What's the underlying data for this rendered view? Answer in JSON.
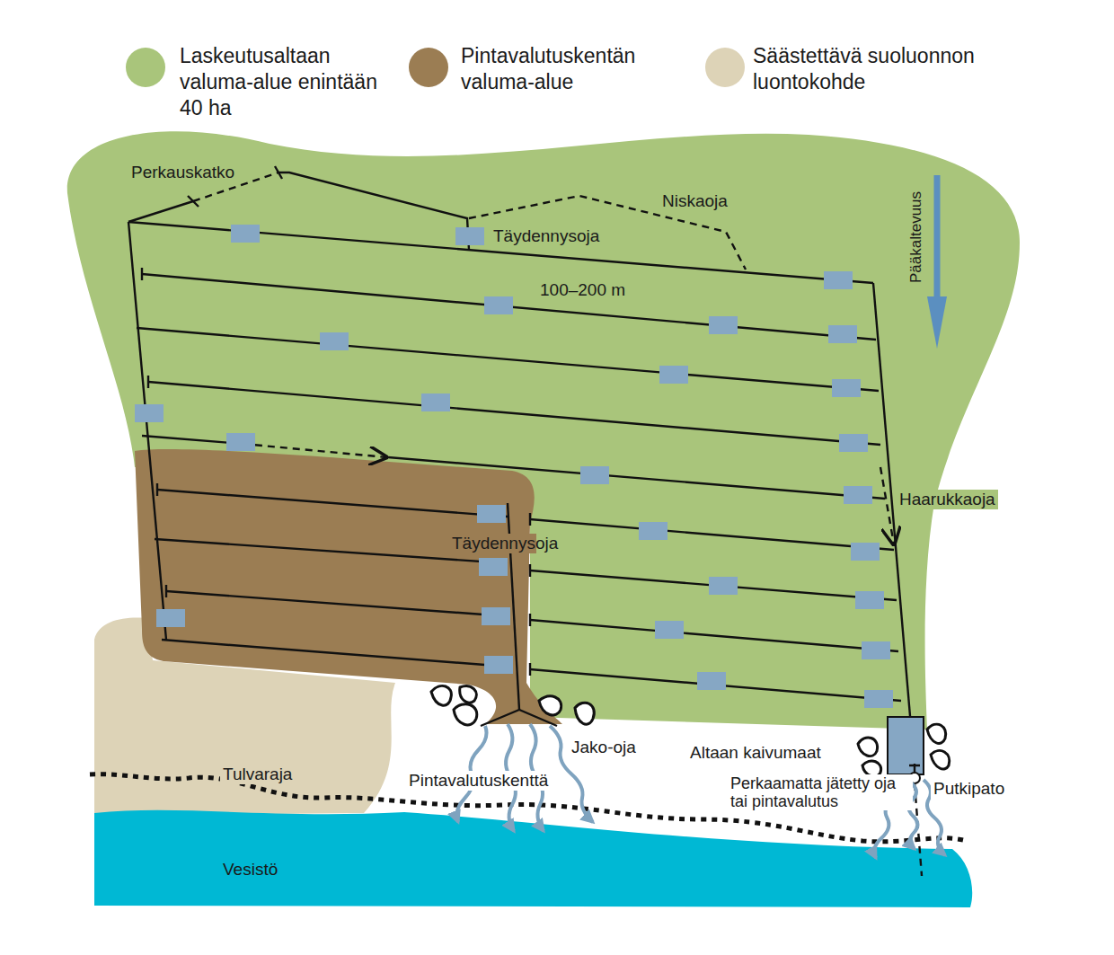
{
  "diagram": {
    "labels": [
      "Perkauskatko",
      "Niskaoja",
      "Täydennysoja",
      "100–200 m",
      "Pääkaltevuus",
      "Haarukkaoja",
      "Täydennysoja",
      "Jako-oja",
      "Altaan kaivumaat",
      "Tulvaraja",
      "Pintavalutuskenttä",
      "Perkaamatta jätetty oja tai pintavalutus",
      "Putkipato",
      "Vesistö"
    ],
    "legend": [
      {
        "text": "Laskeutusaltaan valuma-alue enintään 40 ha",
        "color": "#a9c57b"
      },
      {
        "text": "Pintavalutuskentän valuma-alue",
        "color": "#9b7d53"
      },
      {
        "text": "Säästettävä suoluonnon luontokohde",
        "color": "#ddd3b7"
      }
    ]
  }
}
